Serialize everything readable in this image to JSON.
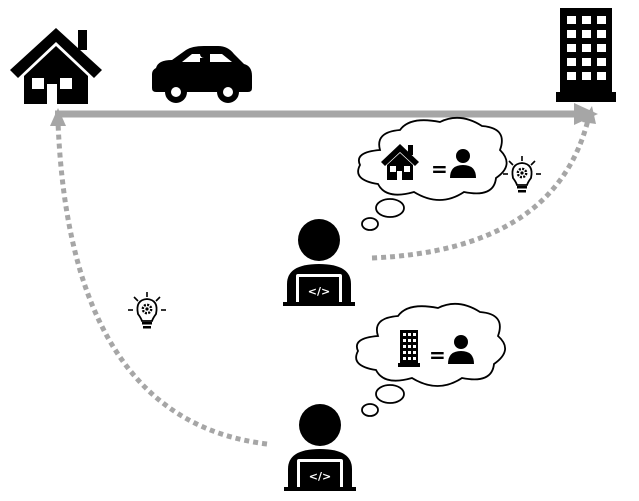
{
  "diagram": {
    "type": "illustration",
    "text": {
      "equals_top": "=",
      "equals_bottom": "=",
      "code_glyph_top": "</>",
      "code_glyph_bottom": "</>"
    },
    "colors": {
      "icon": "#000000",
      "solid_arrow": "#a6a6a6",
      "dotted_arrow": "#a6a6a6",
      "background": "#ffffff",
      "laptop_screen": "#000000"
    },
    "icons": {
      "start": "house-icon",
      "vehicle": "car-icon",
      "end": "office-building-icon",
      "developers": [
        "developer-laptop-icon",
        "developer-laptop-icon"
      ],
      "ideas": [
        "lightbulb-gear-icon",
        "lightbulb-gear-icon"
      ],
      "thoughts": [
        {
          "left": "house-icon",
          "right": "person-icon"
        },
        {
          "left": "office-building-icon",
          "right": "person-icon"
        }
      ]
    },
    "connections": [
      {
        "from": "house-icon",
        "to": "office-building-icon",
        "style": "solid-arrow"
      },
      {
        "from": "developer-top",
        "to": "office-building-icon",
        "style": "dotted-arrow"
      },
      {
        "from": "developer-bottom",
        "to": "house-icon",
        "style": "dotted-arrow"
      }
    ]
  }
}
